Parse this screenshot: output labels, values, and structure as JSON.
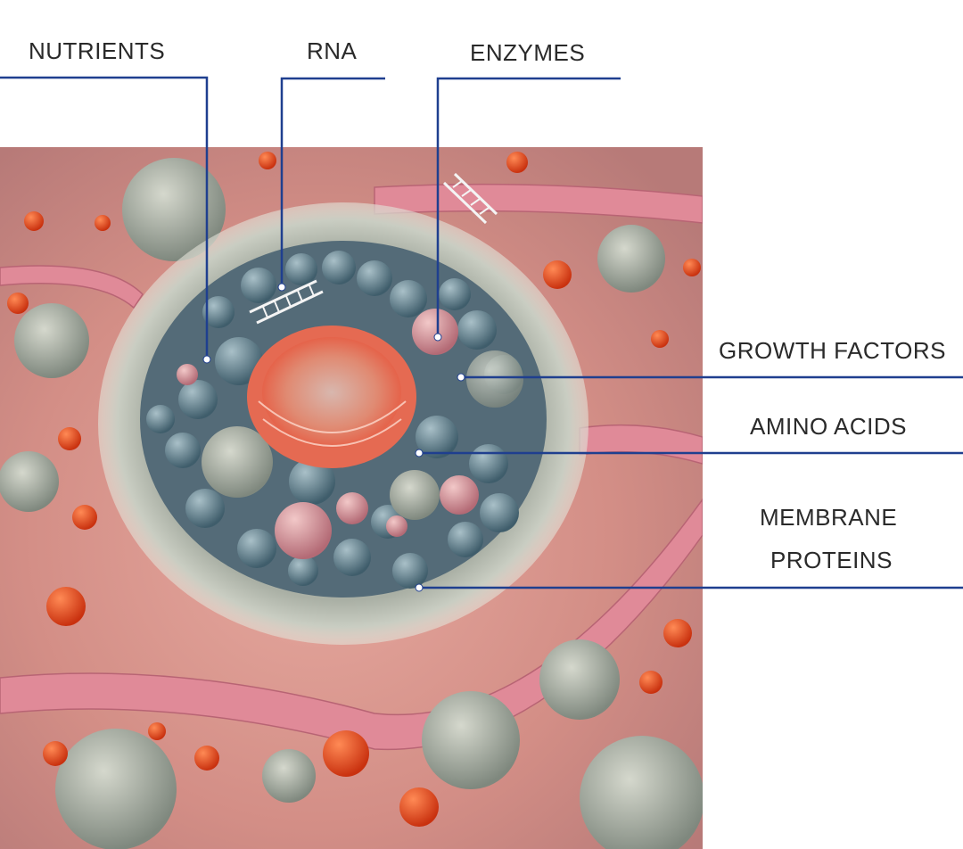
{
  "labels": {
    "nutrients": "NUTRIENTS",
    "rna": "RNA",
    "enzymes": "ENZYMES",
    "growth_factors": "GROWTH FACTORS",
    "amino_acids": "AMINO ACIDS",
    "membrane_proteins_line1": "MEMBRANE",
    "membrane_proteins_line2": "PROTEINS"
  },
  "colors": {
    "leader_line": "#1f3f8f",
    "tissue_background": "#d9958e",
    "cell_membrane": "#9aa49a",
    "nucleus": "#e9735a",
    "organelles": "#5e7f8f",
    "red_particles": "#e2451c"
  }
}
